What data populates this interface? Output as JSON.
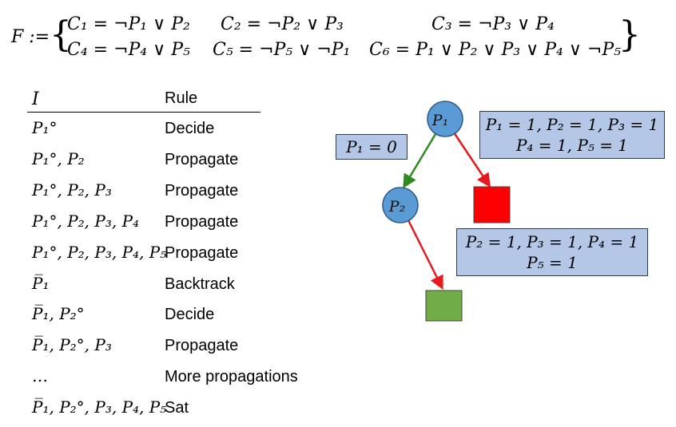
{
  "formula": {
    "name": "F :=",
    "clauses": [
      "C₁ = ¬P₁ ∨ P₂",
      "C₂ = ¬P₂ ∨ P₃",
      "C₃ = ¬P₃ ∨ P₄",
      "C₄ = ¬P₄ ∨ P₅",
      "C₅ = ¬P₅ ∨ ¬P₁",
      "C₆ = P₁ ∨ P₂ ∨ P₃ ∨ P₄ ∨ ¬P₅"
    ]
  },
  "table": {
    "headers": {
      "interpretation": "I",
      "rule": "Rule"
    },
    "rows": [
      {
        "interpretation": "P₁°",
        "rule": "Decide"
      },
      {
        "interpretation": "P₁°, P₂",
        "rule": "Propagate"
      },
      {
        "interpretation": "P₁°, P₂, P₃",
        "rule": "Propagate"
      },
      {
        "interpretation": "P₁°, P₂, P₃, P₄",
        "rule": "Propagate"
      },
      {
        "interpretation": "P₁°, P₂, P₃, P₄, P₅",
        "rule": "Propagate"
      },
      {
        "interpretation": "P̅₁",
        "rule": "Backtrack"
      },
      {
        "interpretation": "P̅₁, P₂°",
        "rule": "Decide"
      },
      {
        "interpretation": "P̅₁, P₂°, P₃",
        "rule": "Propagate"
      },
      {
        "interpretation": "…",
        "rule": "More propagations"
      },
      {
        "interpretation": "P̅₁, P₂°, P₃, P₄, P₅",
        "rule": "Sat"
      }
    ]
  },
  "tree": {
    "node_p1": "P₁",
    "node_p2": "P₂",
    "label_p1_false": "P₁ = 0",
    "label_p1_true_line1": "P₁ = 1, P₂ = 1, P₃ = 1",
    "label_p1_true_line2": "P₄ = 1, P₅ = 1",
    "label_p2_true_line1": "P₂ = 1, P₃ = 1, P₄ = 1",
    "label_p2_true_line2": "P₅ = 1",
    "colors": {
      "node_fill": "#5b9bd5",
      "node_stroke": "#2e5c8a",
      "edge_false": "#2e8b1e",
      "edge_true": "#e8191e",
      "conflict": "#ff0000",
      "sat": "#70ad47",
      "note_fill": "#b4c7e7"
    }
  }
}
